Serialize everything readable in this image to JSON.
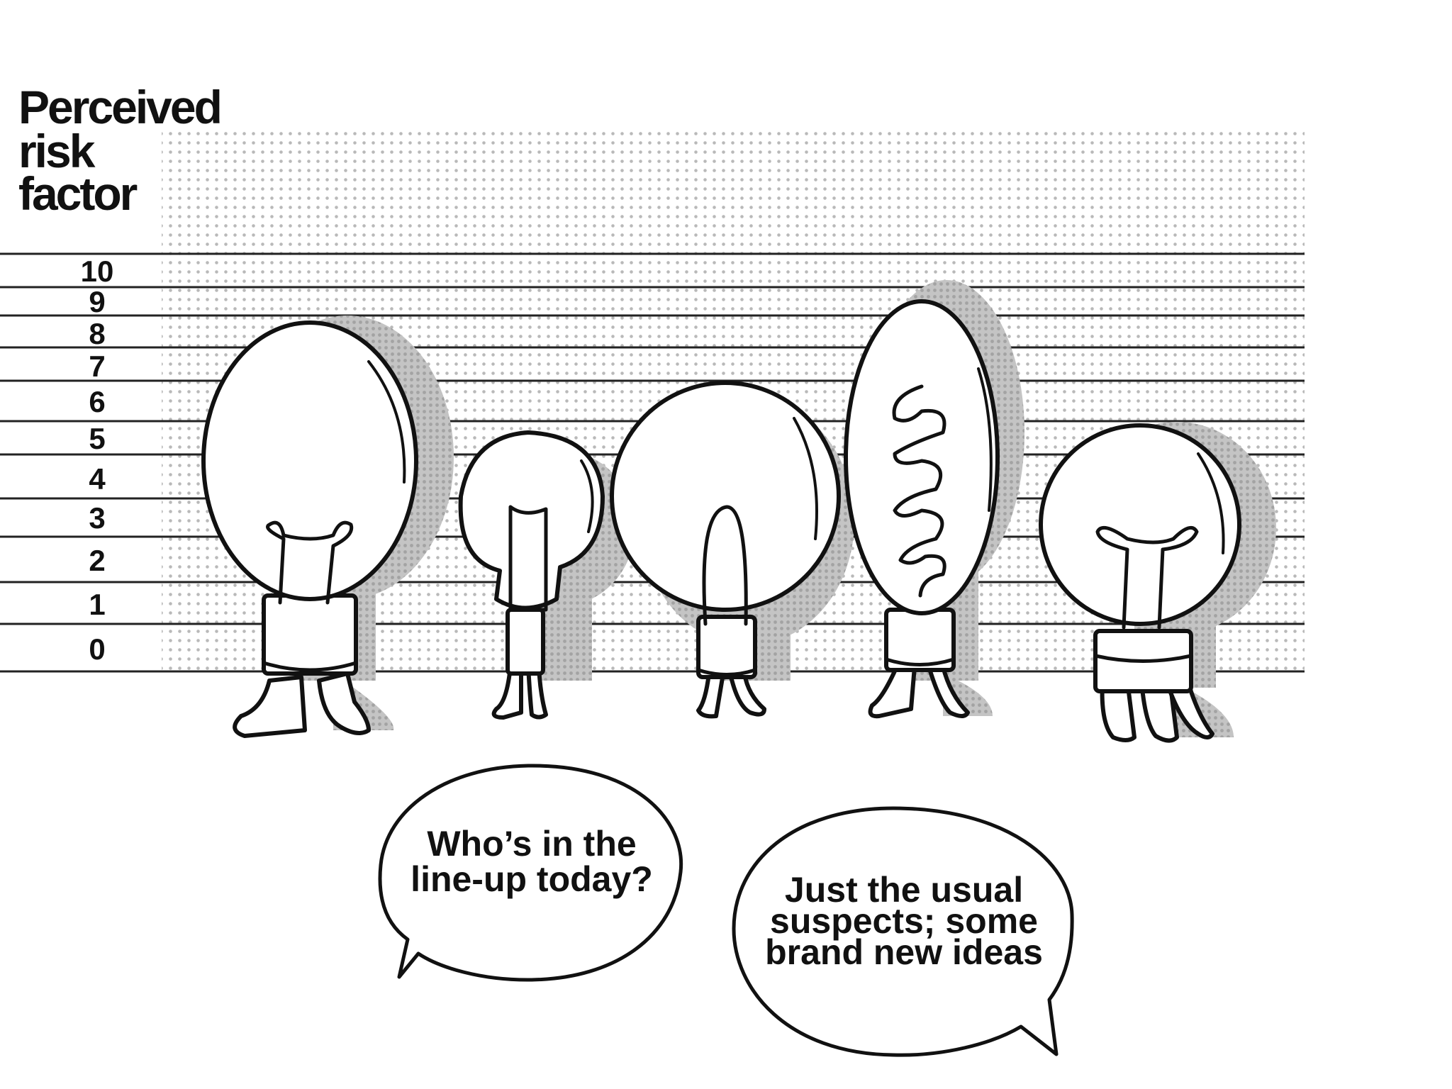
{
  "title": [
    "Perceived",
    "risk",
    "factor"
  ],
  "scale": {
    "ticks": [
      "10",
      "9",
      "8",
      "7",
      "6",
      "5",
      "4",
      "3",
      "2",
      "1",
      "0"
    ]
  },
  "bubbles": {
    "left": [
      "Who’s in the",
      "line-up today?"
    ],
    "right": [
      "Just the usual",
      "suspects; some",
      "brand new ideas"
    ]
  },
  "colors": {
    "ink": "#111111",
    "dots": "#b5b5b5",
    "shadow": "#c9c9c9",
    "paper": "#ffffff"
  }
}
